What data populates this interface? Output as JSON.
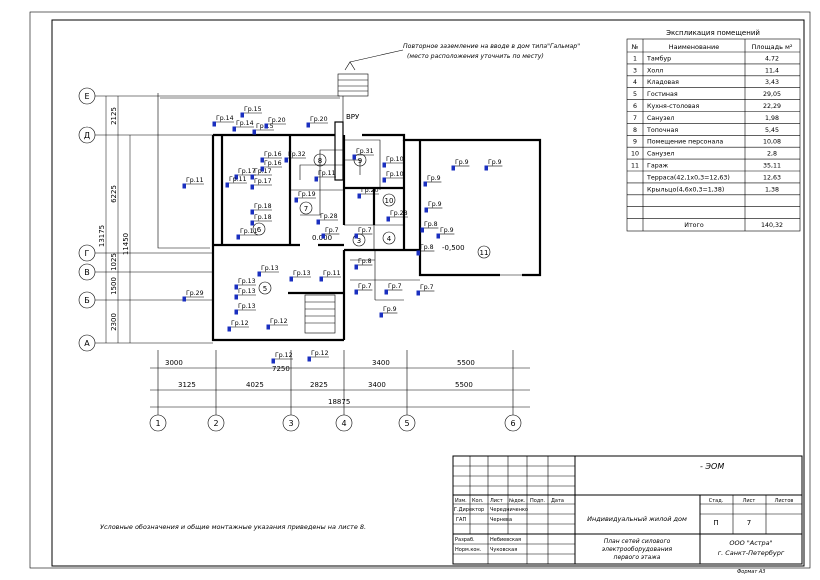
{
  "note_grounding": "Повторное заземление на вводе в дом  типа\"Гальмар\"",
  "note_grounding2": "(место расположения уточнить по месту)",
  "bottom_note": "Условные обозначения и общие монтажные указания приведены на листе  8.",
  "table": {
    "title": "Экспликация помещений",
    "headers": [
      "№",
      "Наименование",
      "Площадь м²"
    ],
    "rows": [
      [
        "1",
        "Тамбур",
        "4,72"
      ],
      [
        "3",
        "Холл",
        "11,4"
      ],
      [
        "4",
        "Кладовая",
        "3,43"
      ],
      [
        "5",
        "Гостиная",
        "29,05"
      ],
      [
        "6",
        "Кухня-столовая",
        "22,29"
      ],
      [
        "7",
        "Санузел",
        "1,98"
      ],
      [
        "8",
        "Топочная",
        "5,45"
      ],
      [
        "9",
        "Помещение персонала",
        "10,08"
      ],
      [
        "10",
        "Санузел",
        "2,8"
      ],
      [
        "11",
        "Гараж",
        "35,11"
      ],
      [
        "",
        "Терраса(42,1х0,3=12,63)",
        "12,63"
      ],
      [
        "",
        "Крыльцо(4,6х0,3=1,38)",
        "1,38"
      ],
      [
        "",
        "",
        ""
      ],
      [
        "",
        "",
        ""
      ],
      [
        "",
        "Итого",
        "140,32"
      ]
    ]
  },
  "axes_numbers": [
    "1",
    "2",
    "3",
    "4",
    "5",
    "6"
  ],
  "axes_letters": [
    "Е",
    "Д",
    "Г",
    "В",
    "Б",
    "А"
  ],
  "dims_left": [
    "2125",
    "6225",
    "1025",
    "1500",
    "2300"
  ],
  "dims_left_total": [
    "13175",
    "11450"
  ],
  "dims_bottom1": [
    "3000",
    "7250",
    "3400",
    "5500"
  ],
  "dims_bottom2": [
    "3125",
    "4025",
    "2825",
    "3400",
    "5500"
  ],
  "dims_total": "18875",
  "room_labels": [
    "6",
    "8",
    "9",
    "10",
    "5",
    "3",
    "4",
    "7",
    "11"
  ],
  "levels": [
    "0.000",
    "-0,500"
  ],
  "vru": "ВРУ",
  "circuit_labels": [
    "Гр.14",
    "Гр.15",
    "Гр.14",
    "Гр.15",
    "Гр.20",
    "Гр.20",
    "Гр.16",
    "Гр.16",
    "Гр.17",
    "Гр.17",
    "Гр.17",
    "Гр.18",
    "Гр.18",
    "Гр.11",
    "Гр.11",
    "Гр.11",
    "Гр.11",
    "Гр.32",
    "Гр.19",
    "Гр.28",
    "Гр.31",
    "Гр.10",
    "Гр.10",
    "Гр.20",
    "Гр.28",
    "Гр.9",
    "Гр.9",
    "Гр.9",
    "Гр.9",
    "Гр.9",
    "Гр.8",
    "Гр.8",
    "Гр.8",
    "Гр.7",
    "Гр.7",
    "Гр.7",
    "Гр.7",
    "Гр.7",
    "Гр.13",
    "Гр.13",
    "Гр.13",
    "Гр.13",
    "Гр.13",
    "Гр.29",
    "Гр.12",
    "Гр.12",
    "Гр.12",
    "Гр.12",
    "Гр.11",
    "Гр.9"
  ],
  "title_block": {
    "code": "- ЭОМ",
    "object": "Индивидуальный жилой дом",
    "sheet_title_1": "План сетей силового",
    "sheet_title_2": "электрооборудования",
    "sheet_title_3": "первого этажа",
    "col_stage": "Стад.",
    "col_sheet": "Лист",
    "col_sheets": "Листов",
    "stage": "П",
    "sheet": "7",
    "org1": "ООО \"Астра\"",
    "org2": "г. Санкт-Петербург",
    "format": "Формат А3",
    "rev_headers": [
      "Изм.",
      "Кол.",
      "Лист",
      "№док.",
      "Подп.",
      "Дата"
    ],
    "people": [
      [
        "Г.Директор",
        "Чередниченко"
      ],
      [
        "ГАП",
        "Чернева"
      ],
      [
        "",
        ""
      ],
      [
        "Разраб.",
        "Небиевская"
      ],
      [
        "Норм.кон.",
        "Чуковская"
      ]
    ]
  }
}
